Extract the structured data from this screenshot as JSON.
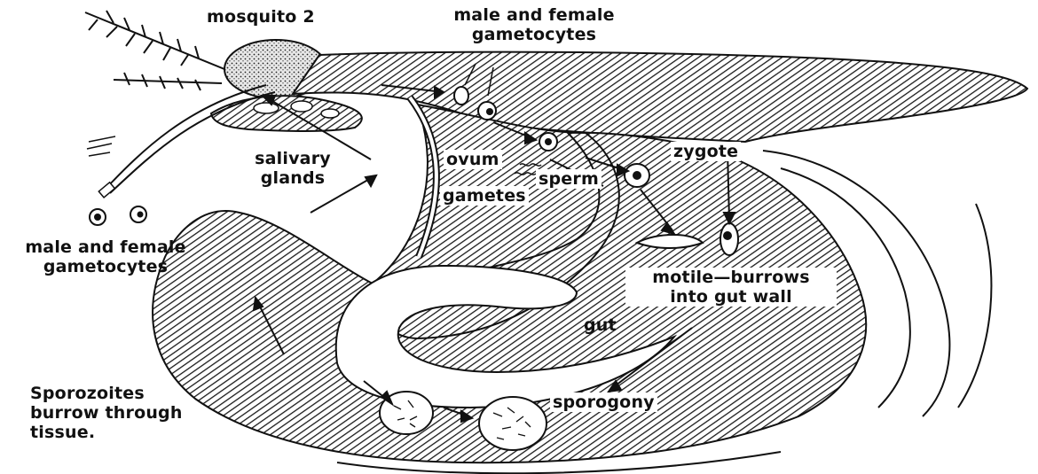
{
  "labels": {
    "mosquito": "mosquito 2",
    "gametocytes_top_1": "male and female",
    "gametocytes_top_2": "gametocytes",
    "salivary_1": "salivary",
    "salivary_2": "glands",
    "ovum": "ovum",
    "sperm": "sperm",
    "gametes": "gametes",
    "zygote": "zygote",
    "gametocytes_left_1": "male and female",
    "gametocytes_left_2": "gametocytes",
    "motile_1": "motile—burrows",
    "motile_2": "into gut wall",
    "gut": "gut",
    "sporozoites_1": "Sporozoites",
    "sporozoites_2": "burrow through",
    "sporozoites_3": "tissue.",
    "sporogony": "sporogony"
  },
  "colors": {
    "ink": "#111111",
    "paper": "#ffffff",
    "hatch": "#222222"
  }
}
